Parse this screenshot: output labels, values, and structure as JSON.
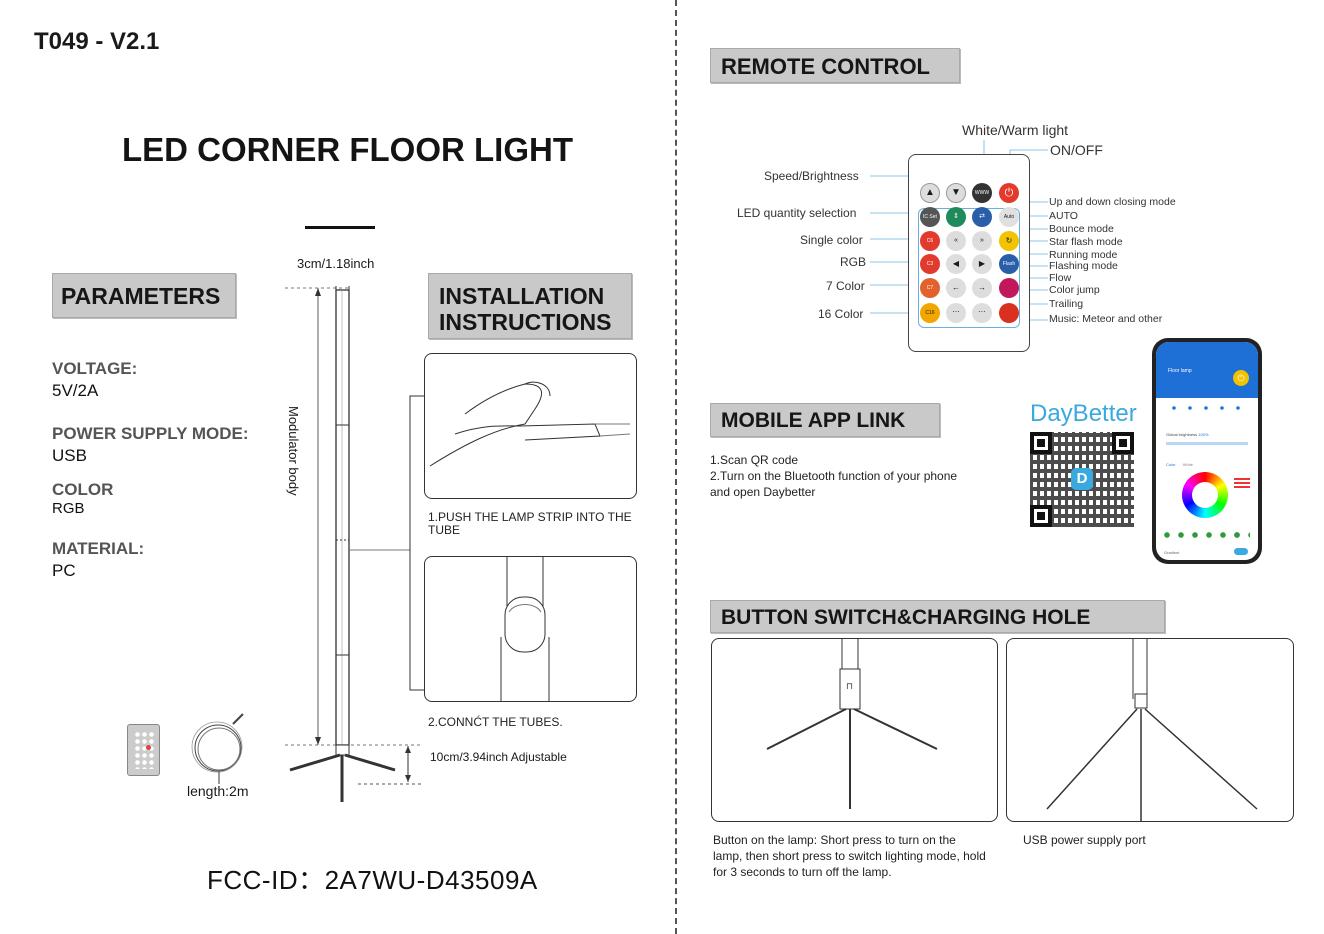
{
  "model": "T049 - V2.1",
  "title": "LED CORNER FLOOR LIGHT",
  "dimension_top": "3cm/1.18inch",
  "modulator_label": "Modulator body",
  "parameters": {
    "heading": "PARAMETERS",
    "items": [
      {
        "label": "VOLTAGE:",
        "value": "5V/2A"
      },
      {
        "label": "POWER SUPPLY MODE:",
        "value": "USB"
      },
      {
        "label": "COLOR",
        "value": "RGB"
      },
      {
        "label": "MATERIAL:",
        "value": "PC"
      }
    ]
  },
  "length_label": "length:2m",
  "adjustable_label": "10cm/3.94inch Adjustable",
  "installation": {
    "heading_line1": "INSTALLATION",
    "heading_line2": "INSTRUCTIONS",
    "step1": "1.PUSH THE LAMP STRIP INTO THE TUBE",
    "step2": "2.CONNĆT THE TUBES."
  },
  "fcc": "FCC-ID：2A7WU-D43509A",
  "remote": {
    "heading": "REMOTE CONTROL",
    "top_label": "White/Warm light",
    "onoff_label": "ON/OFF",
    "left_labels": [
      "Speed/Brightness",
      "LED quantity selection",
      "Single color",
      "RGB",
      "7 Color",
      "16 Color"
    ],
    "right_labels": [
      "Up and down closing mode",
      "AUTO",
      "Bounce mode",
      "Star flash mode",
      "Running mode",
      "Flashing mode",
      "Flow",
      "Color jump",
      "Trailing",
      "Music: Meteor and other"
    ],
    "button_text": {
      "www": "WWW",
      "icset": "IC Set",
      "auto": "Auto",
      "c6": "C6",
      "c3": "C3",
      "flash": "Flash",
      "c7": "C7",
      "c16": "C16"
    }
  },
  "app": {
    "heading": "MOBILE APP LINK",
    "steps": [
      "1.Scan QR code",
      "2.Turn on the Bluetooth function of your phone and open Daybetter"
    ],
    "brand": "DayBetter",
    "phone_title": "Floor lamp",
    "global_brightness": "Global brightness",
    "brightness_value": "100%",
    "tab_color": "Color",
    "tab_white": "White",
    "gradient_label": "Gradient"
  },
  "switch": {
    "heading": "BUTTON SWITCH&CHARGING HOLE",
    "caption_left": "Button on the lamp: Short press to turn on the lamp, then short press to switch lighting mode, hold for 3 seconds to turn off the lamp.",
    "caption_right": "USB power supply port"
  },
  "colors": {
    "tag_bg": "#c9c9c9",
    "app_blue": "#3aa9e0",
    "power_red": "#e23b2e",
    "yellow": "#f2c300"
  }
}
